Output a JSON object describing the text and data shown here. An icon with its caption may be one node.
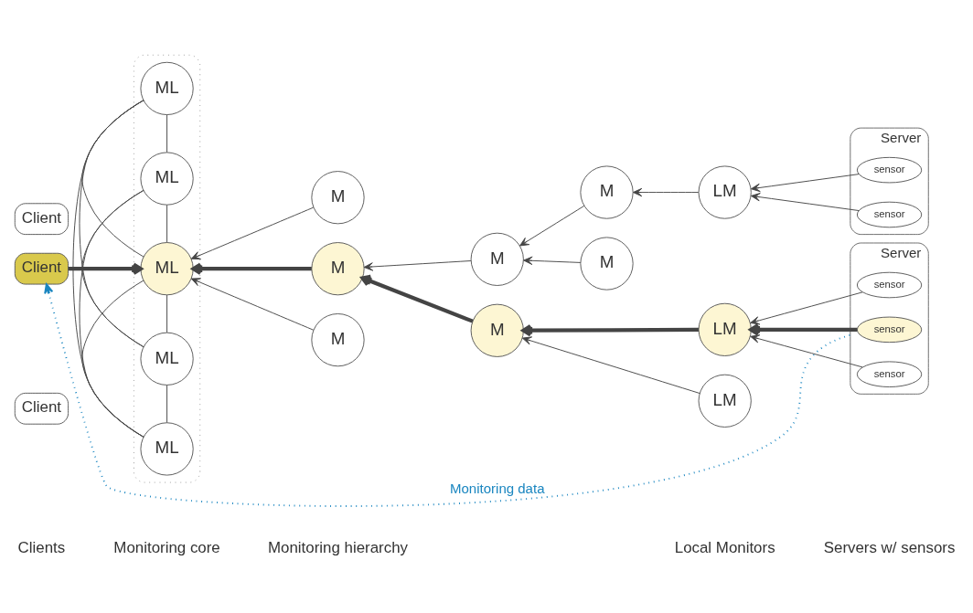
{
  "diagram": {
    "nodes": [
      {
        "text": [
          "Client"
        ]
      },
      {
        "text": [
          "Client"
        ]
      },
      {
        "text": [
          "Client"
        ]
      },
      {
        "text": [],
        "shape": "ellipse"
      },
      {
        "text": [
          "ML"
        ],
        "in": 3
      },
      {
        "text": [
          "ML"
        ],
        "in": 3
      },
      {
        "text": [
          "ML"
        ],
        "in": 3
      },
      {
        "text": [
          "ML"
        ],
        "in": 3
      },
      {
        "text": [
          "ML"
        ],
        "in": 3
      },
      {
        "text": [
          "M"
        ]
      },
      {
        "text": [
          "M"
        ]
      },
      {
        "text": [
          "M"
        ]
      },
      {
        "text": [
          "M"
        ]
      },
      {
        "text": [
          "M"
        ]
      },
      {
        "text": [
          "M"
        ]
      },
      {
        "text": [
          "M"
        ]
      },
      {
        "text": [
          "LM"
        ]
      },
      {
        "text": [
          "LM"
        ]
      },
      {
        "text": [
          "LM"
        ]
      },
      {
        "text": [
          "Server"
        ]
      },
      {
        "text": [
          "sensor"
        ],
        "in": 19
      },
      {
        "text": [
          "sensor"
        ],
        "in": 19
      },
      {
        "text": [
          "Server"
        ]
      },
      {
        "text": [
          "sensor"
        ],
        "in": 22
      },
      {
        "text": [
          "sensor"
        ],
        "in": 22
      },
      {
        "text": [
          "sensor"
        ],
        "in": 22
      }
    ],
    "edges": [
      {
        "from": 4,
        "to": 5,
        "arrow": "none"
      },
      {
        "from": 4,
        "to": 6,
        "arrow": "none"
      },
      {
        "from": 4,
        "to": 7,
        "arrow": "none"
      },
      {
        "from": 4,
        "to": 8,
        "arrow": "none"
      },
      {
        "from": 5,
        "to": 6,
        "arrow": "none"
      },
      {
        "from": 5,
        "to": 7,
        "arrow": "none"
      },
      {
        "from": 5,
        "to": 8,
        "arrow": "none"
      },
      {
        "from": 6,
        "to": 7,
        "arrow": "none"
      },
      {
        "from": 6,
        "to": 8,
        "arrow": "none"
      },
      {
        "from": 7,
        "to": 8,
        "arrow": "none"
      },
      {
        "from": 1,
        "to": 6,
        "arrow": "to",
        "style": "thick"
      },
      {
        "from": 9,
        "to": 6,
        "arrow": "to"
      },
      {
        "from": 10,
        "to": 6,
        "arrow": "to",
        "style": "thick"
      },
      {
        "from": 11,
        "to": 6,
        "arrow": "to"
      },
      {
        "from": 12,
        "to": 10,
        "arrow": "to"
      },
      {
        "from": 13,
        "to": 10,
        "arrow": "to",
        "style": "thick"
      },
      {
        "from": 14,
        "to": 12,
        "arrow": "to"
      },
      {
        "from": 15,
        "to": 12,
        "arrow": "to"
      },
      {
        "from": 16,
        "to": 14,
        "arrow": "to"
      },
      {
        "from": 17,
        "to": 13,
        "arrow": "to",
        "style": "thick"
      },
      {
        "from": 18,
        "to": 13,
        "arrow": "to"
      },
      {
        "from": 20,
        "to": 16,
        "arrow": "to"
      },
      {
        "from": 21,
        "to": 16,
        "arrow": "to"
      },
      {
        "from": 23,
        "to": 17,
        "arrow": "to"
      },
      {
        "from": 24,
        "to": 17,
        "arrow": "to",
        "style": "thick"
      },
      {
        "from": 25,
        "to": 17,
        "arrow": "to"
      },
      {
        "from": 22,
        "to": 1,
        "arrow": "to",
        "style": "dashed",
        "color": "#1a86c0",
        "label": "Monitoring data"
      }
    ],
    "labels": [
      "Clients",
      "Monitoring core",
      "Monitoring hierarchy",
      "Local Monitors",
      "Servers w/ sensors"
    ]
  }
}
